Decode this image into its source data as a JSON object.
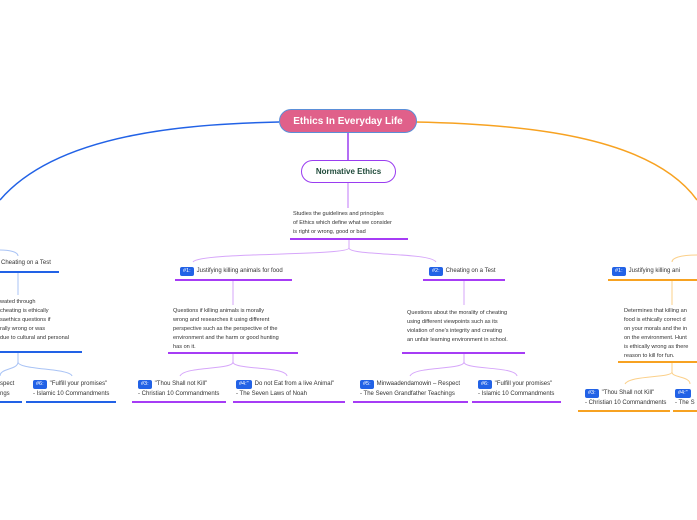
{
  "root": {
    "title": "Ethics In Everyday Life",
    "color": "#e0608a"
  },
  "main": {
    "title": "Normative Ethics",
    "color": "#9a3df0",
    "description": "Studies the guidelines and principles\nof Ethics which define what we consider\nis right or wrong, good or bad"
  },
  "center": {
    "t1": {
      "badge": "#1:",
      "label": "Justifying killing animals for food",
      "description": "Questions if killing animals is morally\nwrong and researches it using different\nperspective such as the perspective of the\nenvironment and the harm or good hunting\nhas on it."
    },
    "t2": {
      "badge": "#2:",
      "label": "Cheating on a Test",
      "description": "Questions about the morality of cheating\nusing different viewpoints such as its\nviolation of one's integrity and creating\nan unfair learning environment in school."
    },
    "t3": {
      "badge": "#3:",
      "label": "\"Thou Shall not Kill\"",
      "source": "- Christian 10 Commandments"
    },
    "t4": {
      "badge": "#4:\"",
      "label": "Do not Eat from a live Animal\"",
      "source": "- The Seven Laws of Noah"
    },
    "t5": {
      "badge": "#5:",
      "label": "Minwaadendamowin – Respect",
      "source": "- The Seven Grandfather Teachings"
    },
    "t6": {
      "badge": "#6:",
      "label": "\"Fulfill your promises\"",
      "source": "- Islamic 10 Commandments"
    }
  },
  "left": {
    "topic": "Cheating on a Test",
    "description": "wated through\n cheating is ethically\nsaethics questions if\nrally wrong or was\ndue to cultural and personal",
    "t5_partial": "spect\nngs",
    "t6": {
      "badge": "#6:",
      "label": "\"Fulfill your promises\"",
      "source": "- Islamic 10 Commandments"
    }
  },
  "right": {
    "t1": {
      "badge": "#1:",
      "label": "Justifying killing ani"
    },
    "description": "Determines that killing an\nfood is ethically correct d\non your morals and the in\non the environment. Hunt\nis ethically wrong as there\nreason to kill for fun.",
    "t3": {
      "badge": "#3:",
      "label": "\"Thou Shall not Kill\"",
      "source": "- Christian 10 Commandments"
    },
    "t4": {
      "badge": "#4:\"",
      "source": "- The S"
    }
  }
}
